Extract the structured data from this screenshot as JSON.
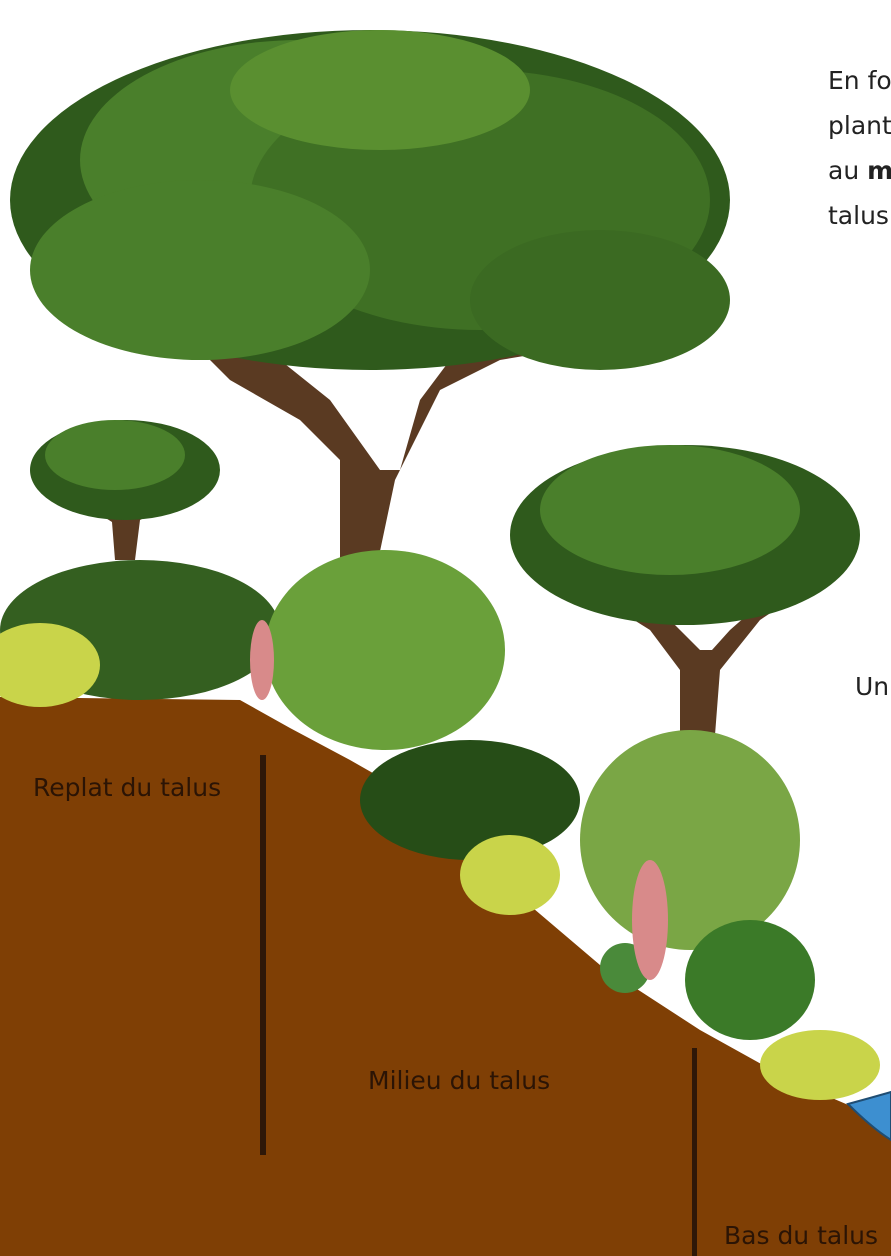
{
  "intro": {
    "line1": "En fo",
    "line2": "plant",
    "line3_prefix": "au ",
    "line3_bold": "m",
    "line4": "talus"
  },
  "side_text": "Un",
  "zones": {
    "top": "Replat du talus",
    "middle": "Milieu du talus",
    "bottom": "Bas du talus"
  },
  "colors": {
    "soil": "#7f3f05",
    "divider": "#2e1708",
    "water": "#3d8fd0",
    "foliage_dark": "#2f5a1c",
    "foliage_mid": "#4a7f2b",
    "foliage_light": "#6aa03a",
    "trunk": "#5a3a22",
    "shrub_yellow": "#c9d44a",
    "flower_pink": "#d88a8a"
  }
}
